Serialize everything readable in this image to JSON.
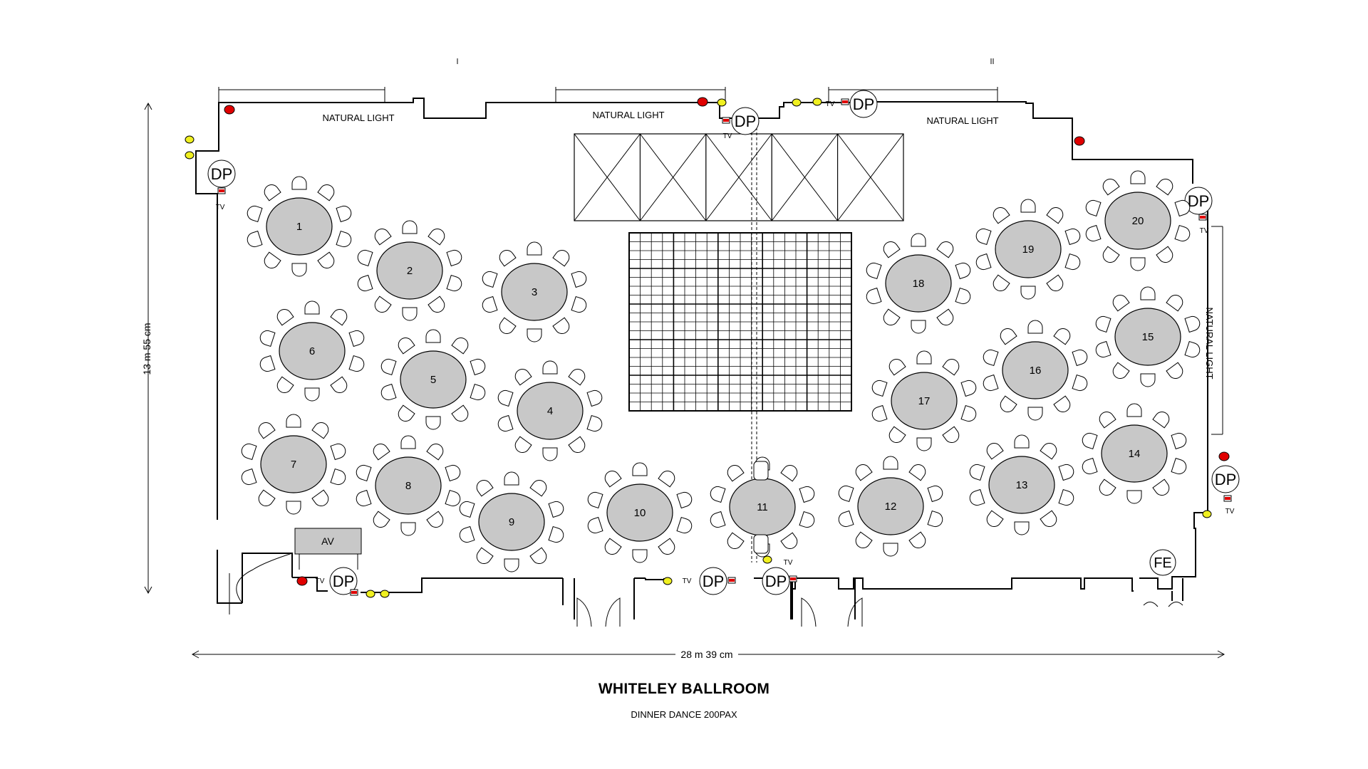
{
  "title": "WHITELEY BALLROOM",
  "subtitle": "DINNER DANCE 200PAX",
  "dimensions": {
    "width": "28 m 39 cm",
    "height": "13 m 55 cm"
  },
  "labels": {
    "natural_light": "NATURAL LIGHT",
    "distribution_panel": "DP",
    "tv": "TV",
    "av": "AV",
    "fire_extinguisher": "FE"
  },
  "tables": [
    "1",
    "2",
    "3",
    "4",
    "5",
    "6",
    "7",
    "8",
    "9",
    "10",
    "11",
    "12",
    "13",
    "14",
    "15",
    "16",
    "17",
    "18",
    "19",
    "20"
  ],
  "colors": {
    "table_fill": "#c8c8c8",
    "line": "#000000",
    "red_point": "#e00000",
    "yellow_point": "#f0f020"
  }
}
